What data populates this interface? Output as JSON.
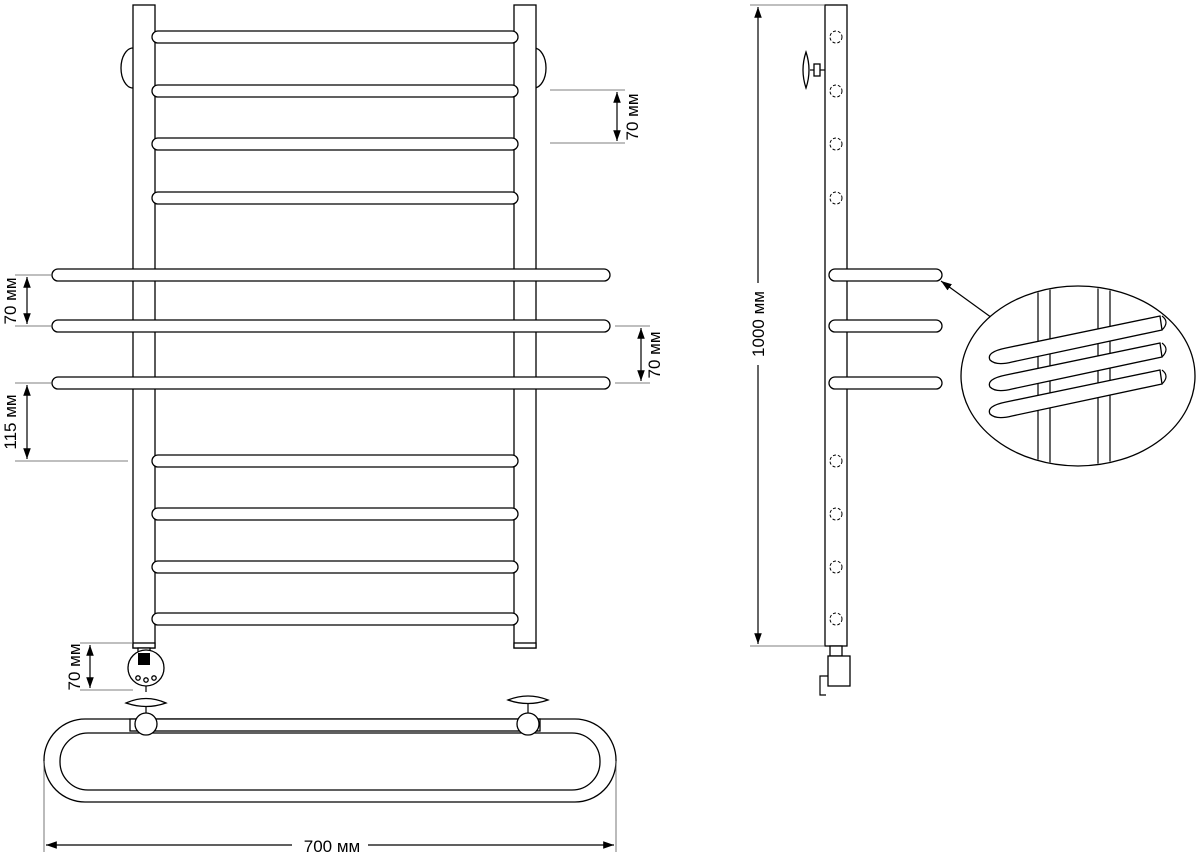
{
  "labels": {
    "shelf_spacing_top": "70 мм",
    "shelf_spacing_left": "70 мм",
    "shelf_spacing_right": "70 мм",
    "shelf_gap_left": "115 мм",
    "heater_offset": "70 мм",
    "total_height": "1000 мм",
    "total_width": "700 мм"
  }
}
